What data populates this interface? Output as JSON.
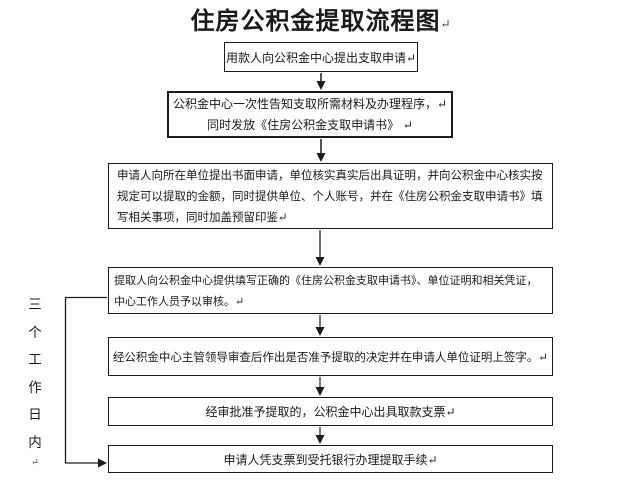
{
  "title": {
    "text": "住房公积金提取流程图",
    "paragraph_mark": "↵"
  },
  "flow": {
    "steps": [
      {
        "lines": [
          "用款人向公积金中心提出支取申请↵"
        ]
      },
      {
        "lines": [
          "公积金中心一次性告知支取所需材料及办理程序，↵",
          "同时发放《住房公积金支取申请书》 ↵"
        ]
      },
      {
        "lines": [
          "申请人向所在单位提出书面申请，单位核实真实后出具证明，并向公积金中心核实按",
          "规定可以提取的金额，同时提供单位、个人账号，并在《住房公积金支取申请书》填",
          "写相关事项，同时加盖预留印鉴↵"
        ]
      },
      {
        "lines": [
          "提取人向公积金中心提供填写正确的《住房公积金支取申请书》、单位证明和相关凭证，",
          "中心工作人员予以审核。↵"
        ]
      },
      {
        "lines": [
          "经公积金中心主管领导审查后作出是否准予提取的决定并在申请人单位证明上签字。↵"
        ]
      },
      {
        "lines": [
          "经审批准予提取的，公积金中心出具取款支票↵"
        ]
      },
      {
        "lines": [
          "申请人凭支票到受托银行办理提取手续↵"
        ]
      }
    ]
  },
  "side_label": {
    "chars": [
      "三",
      "个",
      "工",
      "作",
      "日",
      "内"
    ],
    "paragraph_mark": "↵"
  },
  "colors": {
    "background": "#ffffff",
    "line": "#1c1c1c",
    "text": "#1a1a1a"
  }
}
